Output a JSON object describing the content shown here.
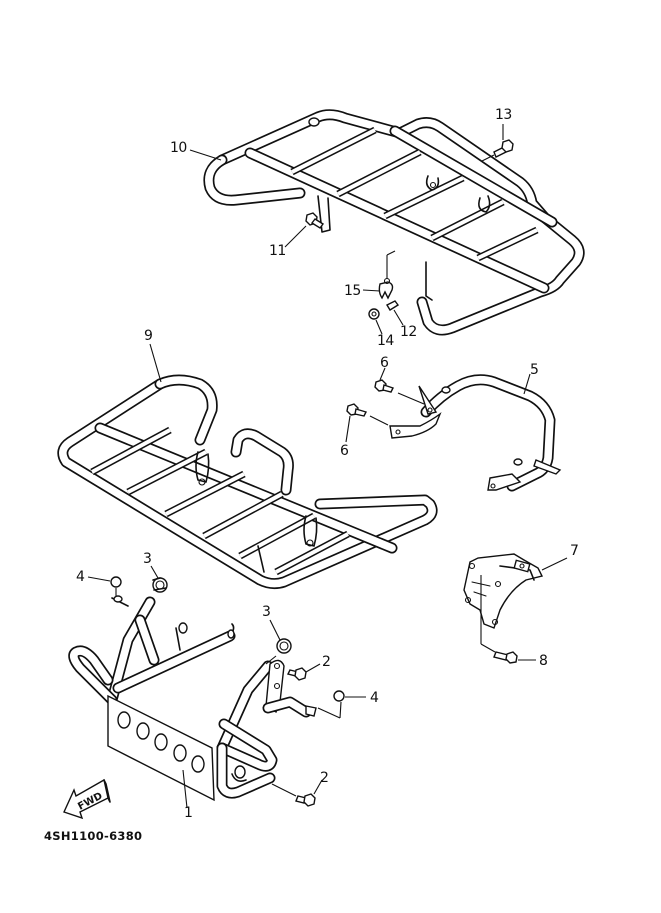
{
  "diagram": {
    "type": "exploded-parts-diagram",
    "subject": "front/rear carrier and front bumper assembly",
    "diagram_code": "4SH1100-6380",
    "direction_indicator": "FWD"
  },
  "parts": [
    {
      "ref": "1",
      "name": "front bumper / guard"
    },
    {
      "ref": "2",
      "name": "bolt (bumper)"
    },
    {
      "ref": "3",
      "name": "damper / rubber grommet"
    },
    {
      "ref": "4",
      "name": "cap"
    },
    {
      "ref": "5",
      "name": "rear guard bar"
    },
    {
      "ref": "6",
      "name": "bolt (rear guard)"
    },
    {
      "ref": "7",
      "name": "bracket"
    },
    {
      "ref": "8",
      "name": "bolt (bracket)"
    },
    {
      "ref": "9",
      "name": "front carrier"
    },
    {
      "ref": "10",
      "name": "rear carrier"
    },
    {
      "ref": "11",
      "name": "bolt (carrier)"
    },
    {
      "ref": "12",
      "name": "pin"
    },
    {
      "ref": "13",
      "name": "bolt (carrier)"
    },
    {
      "ref": "14",
      "name": "nut"
    },
    {
      "ref": "15",
      "name": "clip"
    }
  ],
  "labels": {
    "l1": "1",
    "l2a": "2",
    "l2b": "2",
    "l3a": "3",
    "l3b": "3",
    "l4a": "4",
    "l4b": "4",
    "l5": "5",
    "l6a": "6",
    "l6b": "6",
    "l7": "7",
    "l8": "8",
    "l9": "9",
    "l10": "10",
    "l11": "11",
    "l12": "12",
    "l13": "13",
    "l14": "14",
    "l15": "15"
  }
}
